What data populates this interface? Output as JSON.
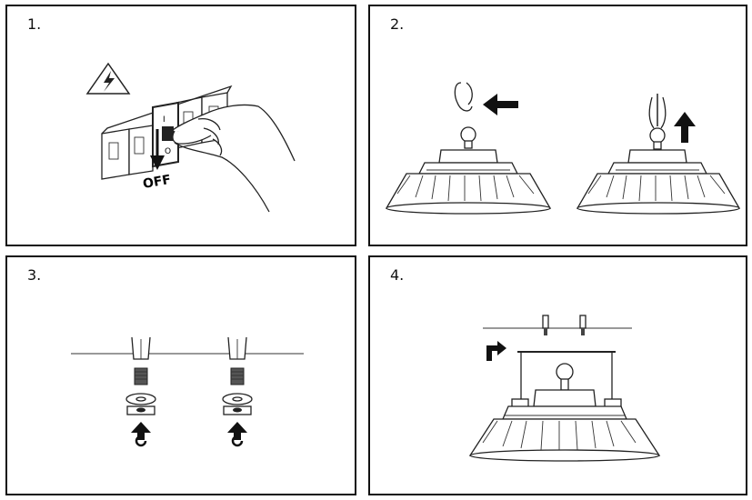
{
  "steps": [
    {
      "number": "1.",
      "switch_label": "OFF",
      "switch_on_mark": "I",
      "switch_off_mark": "O"
    },
    {
      "number": "2."
    },
    {
      "number": "3."
    },
    {
      "number": "4."
    }
  ]
}
